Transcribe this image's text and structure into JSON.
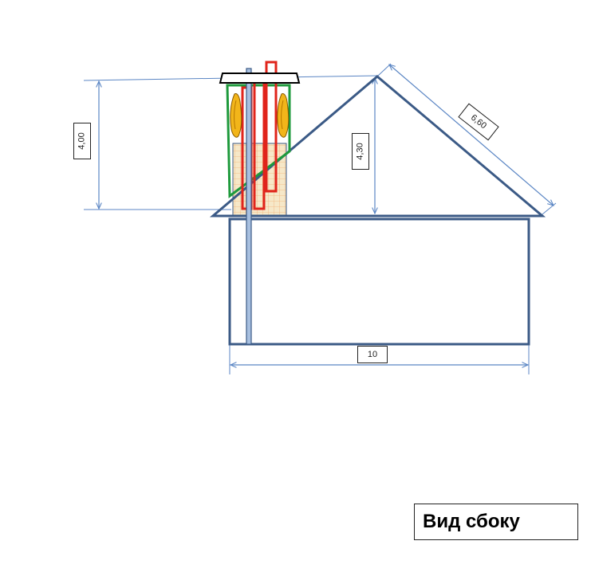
{
  "dimensions": {
    "chimney_height": "4,00",
    "roof_height": "4,30",
    "roof_slope": "6,60",
    "house_width": "10"
  },
  "title": "Вид сбоку",
  "colors": {
    "structure": "#3b5a86",
    "dimension_lines": "#5b86c4",
    "chimney_pipe": "#e0241b",
    "outline_green": "#1e9a3c",
    "pipe_blue": "#a8c0e0",
    "flame": "#f2b51a",
    "brick_fill": "#f6e8c8",
    "brick_grid": "#f0a26a"
  }
}
